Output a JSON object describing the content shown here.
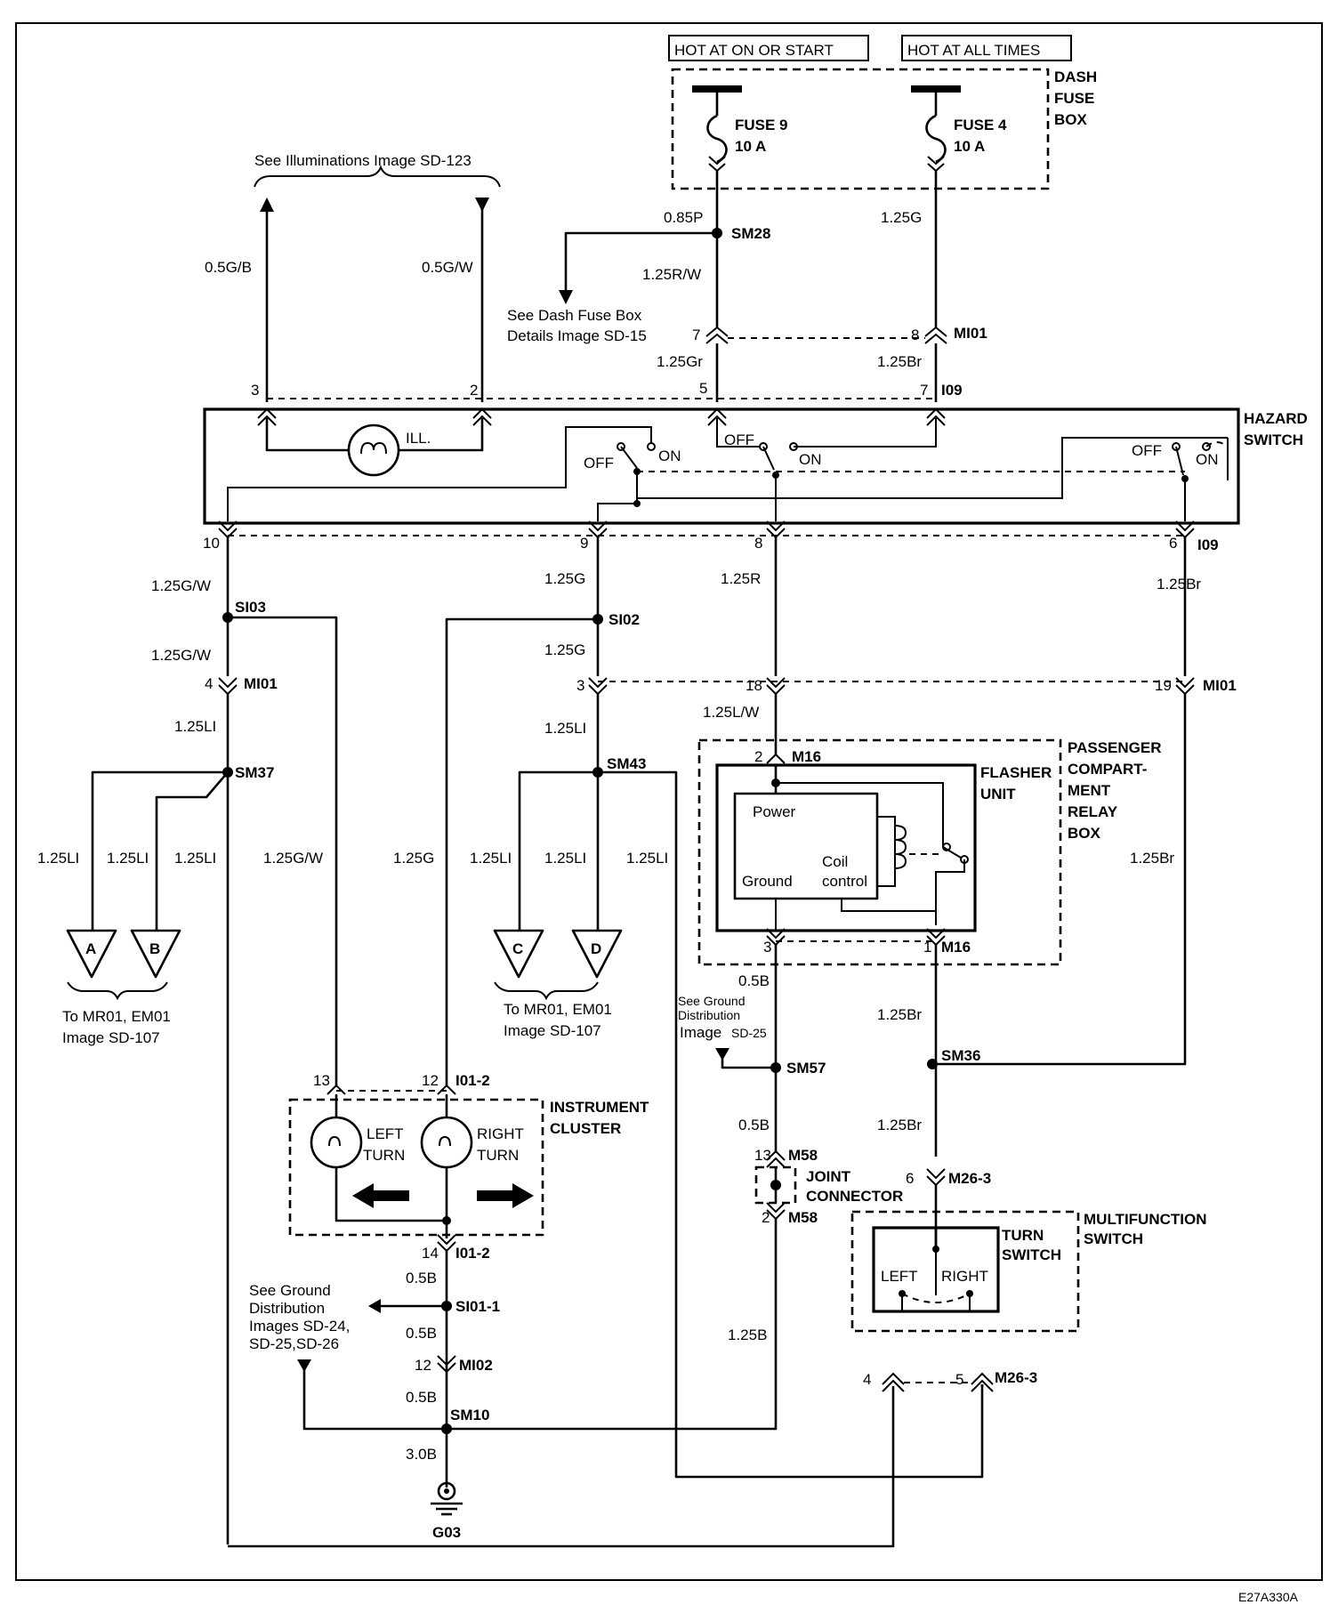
{
  "diagram_id": "E27A330A",
  "power": {
    "hot_on_start": "HOT AT ON OR START",
    "hot_all_times": "HOT AT ALL TIMES",
    "dash_fuse_box": [
      "DASH",
      "FUSE",
      "BOX"
    ],
    "fuse9": [
      "FUSE 9",
      "10 A"
    ],
    "fuse4": [
      "FUSE 4",
      "10 A"
    ]
  },
  "references": {
    "illuminations": "See Illuminations Image  SD-123",
    "dash_fuse_details": [
      "See Dash Fuse Box",
      "Details  Image  SD-15"
    ],
    "ground_sd25": [
      "See Ground",
      "Distribution",
      "Image"
    ],
    "ground_sd25_suffix": "SD-25",
    "ground_multi": [
      "See Ground",
      "Distribution",
      "Images SD-24,",
      "SD-25,SD-26"
    ],
    "to_mr01_left": [
      "To MR01, EM01",
      "Image   SD-107"
    ],
    "to_mr01_right": [
      "To MR01, EM01",
      "Image   SD-107"
    ]
  },
  "hazard_switch": {
    "name": [
      "HAZARD",
      "SWITCH"
    ],
    "ill": "ILL.",
    "off": "OFF",
    "on": "ON"
  },
  "flasher": {
    "relay_box": [
      "PASSENGER",
      "COMPART-",
      "MENT",
      "RELAY",
      "BOX"
    ],
    "unit": [
      "FLASHER",
      "UNIT"
    ],
    "power": "Power",
    "ground": "Ground",
    "coil": [
      "Coil",
      "control"
    ]
  },
  "instrument_cluster": {
    "name": [
      "INSTRUMENT",
      "CLUSTER"
    ],
    "left": [
      "LEFT",
      "TURN"
    ],
    "right": [
      "RIGHT",
      "TURN"
    ]
  },
  "joint_connector": [
    "JOINT",
    "CONNECTOR"
  ],
  "multifunction": {
    "name": [
      "MULTIFUNCTION",
      "SWITCH"
    ],
    "turn": [
      "TURN",
      "SWITCH"
    ],
    "left": "LEFT",
    "right": "RIGHT"
  },
  "connectors": {
    "sm28": "SM28",
    "mi01": "MI01",
    "i09": "I09",
    "si03": "SI03",
    "si02": "SI02",
    "sm37": "SM37",
    "sm43": "SM43",
    "m16": "M16",
    "sm57": "SM57",
    "sm36": "SM36",
    "i01_2": "I01-2",
    "m58": "M58",
    "m26_3": "M26-3",
    "si01_1": "SI01-1",
    "mi02": "MI02",
    "sm10": "SM10",
    "g03": "G03",
    "tri_a": "A",
    "tri_b": "B",
    "tri_c": "C",
    "tri_d": "D"
  },
  "pins": {
    "p7": "7",
    "p8": "8",
    "p3": "3",
    "p2": "2",
    "p5": "5",
    "p7b": "7",
    "p10": "10",
    "p9": "9",
    "p8b": "8",
    "p6": "6",
    "p4": "4",
    "p3b": "3",
    "p18": "18",
    "p19": "19",
    "m16_2": "2",
    "m16_3": "3",
    "m16_1": "1",
    "p13": "13",
    "p12": "12",
    "p14": "14",
    "m58_13": "13",
    "m58_2": "2",
    "m26_6": "6",
    "mi02_12": "12",
    "m26_4": "4",
    "m26_5": "5"
  },
  "wires": {
    "w085p": "0.85P",
    "w125g_top": "1.25G",
    "w125rw": "1.25R/W",
    "w05gb": "0.5G/B",
    "w05gw": "0.5G/W",
    "w125gr": "1.25Gr",
    "w125br_top": "1.25Br",
    "w125gw_a": "1.25G/W",
    "w125g_a": "1.25G",
    "w125r": "1.25R",
    "w125br_a": "1.25Br",
    "w125gw_b": "1.25G/W",
    "w125g_b": "1.25G",
    "w125lw": "1.25L/W",
    "w125li_a": "1.25LI",
    "w125li_b": "1.25LI",
    "w125li_1": "1.25LI",
    "w125li_2": "1.25LI",
    "w125li_3": "1.25LI",
    "w125gw_c": "1.25G/W",
    "w125g_c": "1.25G",
    "w125li_4": "1.25LI",
    "w125li_5": "1.25LI",
    "w125li_6": "1.25LI",
    "w125br_b": "1.25Br",
    "w05b_a": "0.5B",
    "w125br_c": "1.25Br",
    "w05b_b": "0.5B",
    "w125br_d": "1.25Br",
    "w125b": "1.25B",
    "w05b_c": "0.5B",
    "w05b_d": "0.5B",
    "w05b_e": "0.5B",
    "w30b": "3.0B"
  }
}
